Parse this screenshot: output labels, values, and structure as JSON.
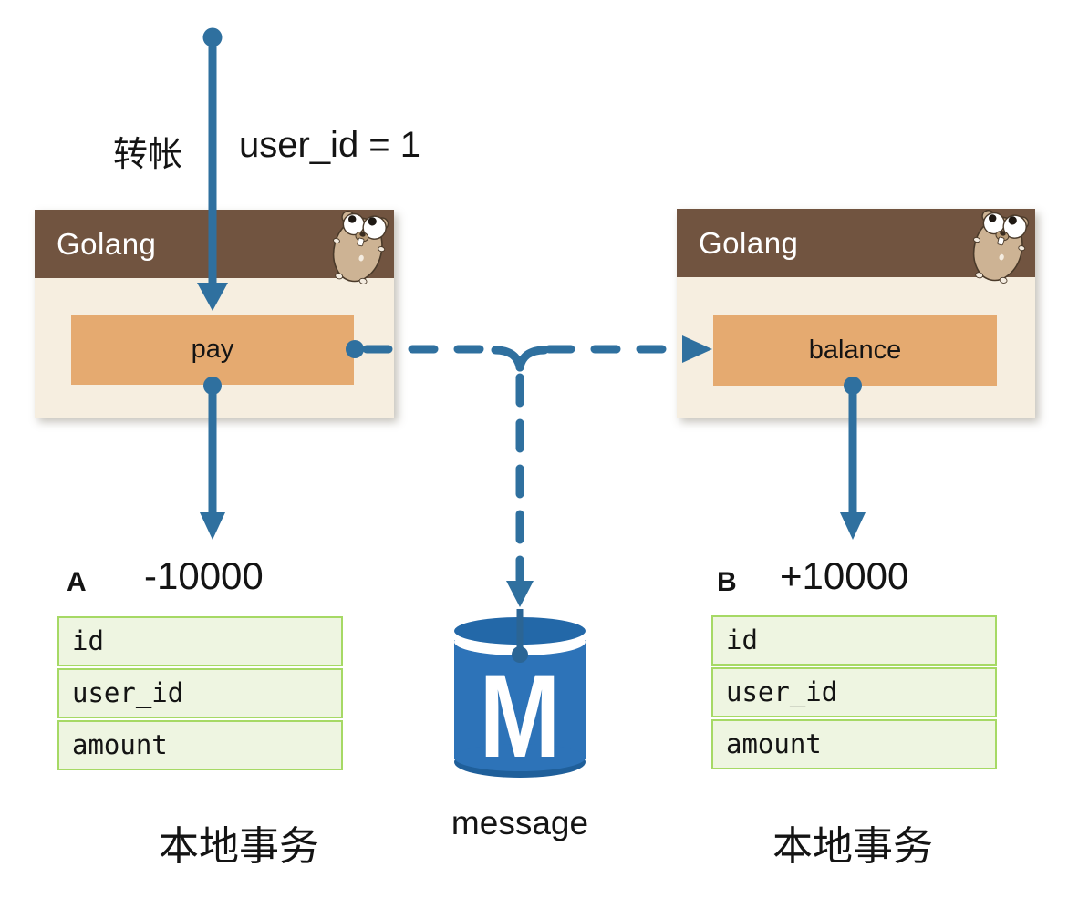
{
  "flow": {
    "transfer_label": "转帐",
    "condition_label": "user_id = 1"
  },
  "services": {
    "left": {
      "title": "Golang",
      "method_label": "pay"
    },
    "right": {
      "title": "Golang",
      "method_label": "balance"
    }
  },
  "results": {
    "left": {
      "tag": "A",
      "amount": "-10000",
      "caption": "本地事务"
    },
    "right": {
      "tag": "B",
      "amount": "+10000",
      "caption": "本地事务"
    }
  },
  "tables": {
    "left": {
      "rows": [
        "id",
        "user_id",
        "amount"
      ]
    },
    "right": {
      "rows": [
        "id",
        "user_id",
        "amount"
      ]
    }
  },
  "queue": {
    "letter": "M",
    "label": "message"
  },
  "icons": {
    "gopher": "golang-gopher-icon",
    "message_store": "message-store-cylinder-icon"
  },
  "colors": {
    "arrow_blue": "#2f709f",
    "header_brown": "#715440",
    "body_cream": "#f6eee0",
    "method_orange": "#e5aa70",
    "table_fill": "#eef5e1",
    "table_border": "#a6d965",
    "cylinder_blue": "#2d73b8",
    "cylinder_top": "#2368a8",
    "cylinder_dark": "#1f5f9a"
  }
}
